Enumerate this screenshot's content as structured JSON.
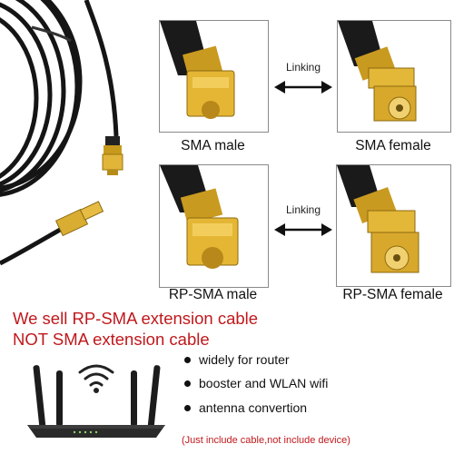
{
  "captions": {
    "sma_male": "SMA male",
    "sma_female": "SMA female",
    "rp_sma_male": "RP-SMA male",
    "rp_sma_female": "RP-SMA female"
  },
  "linking_top": "Linking",
  "linking_bottom": "Linking",
  "promo": {
    "line1": "We sell RP-SMA extension cable",
    "line2": "NOT SMA extension cable"
  },
  "features": [
    "widely for router",
    "booster and WLAN wifi",
    "antenna convertion"
  ],
  "note": "(Just include cable,not include device)",
  "colors": {
    "promo_red": "#c0181c",
    "gold": "#d4a017",
    "cable_black": "#111111"
  },
  "icons": {
    "wifi": "wifi-icon",
    "arrows": "double-arrow-icon",
    "router": "router-icon"
  }
}
